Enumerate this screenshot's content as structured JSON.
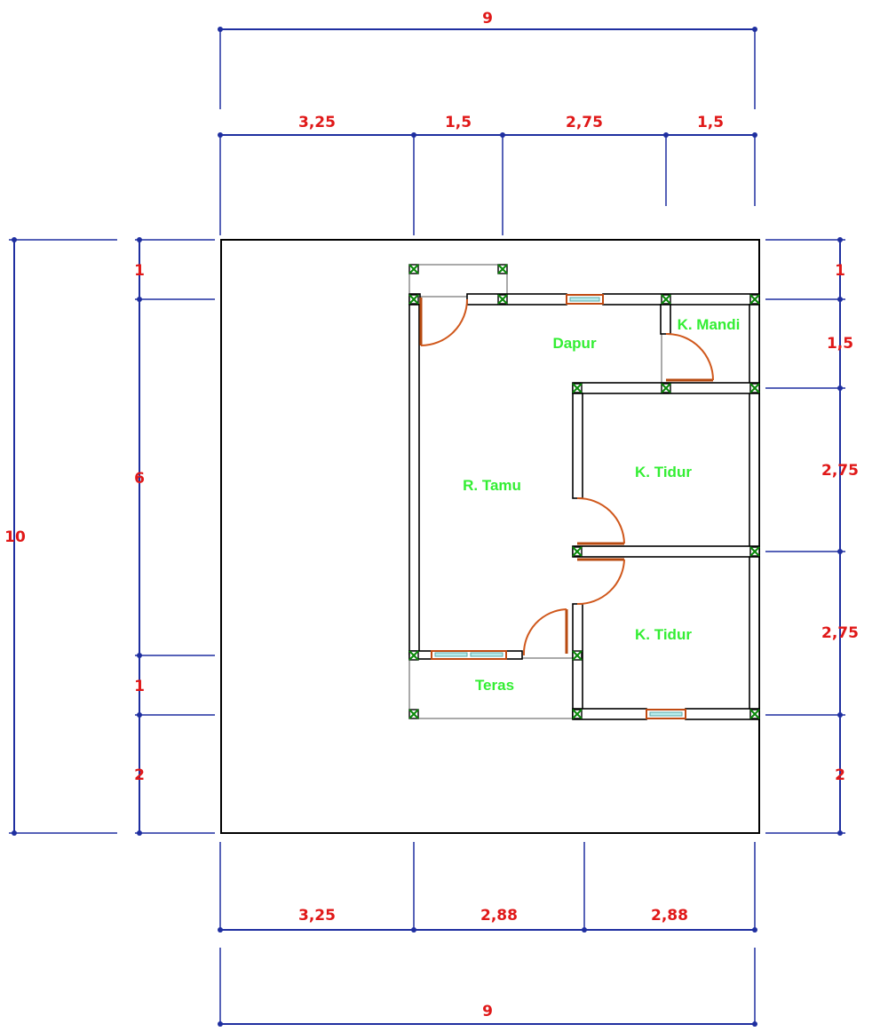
{
  "plan": {
    "dimensions": {
      "top_total": "9",
      "top_segments": [
        "3,25",
        "1,5",
        "2,75",
        "1,5"
      ],
      "bottom_segments": [
        "3,25",
        "2,88",
        "2,88"
      ],
      "bottom_total": "9",
      "left_total": "10",
      "left_segments": [
        "1",
        "6",
        "1",
        "2"
      ],
      "right_segments": [
        "1",
        "1,5",
        "2,75",
        "2,75",
        "2"
      ]
    },
    "rooms": {
      "kitchen": "Dapur",
      "bathroom": "K. Mandi",
      "living": "R. Tamu",
      "bedroom_1": "K. Tidur",
      "bedroom_2": "K. Tidur",
      "terrace": "Teras"
    }
  }
}
